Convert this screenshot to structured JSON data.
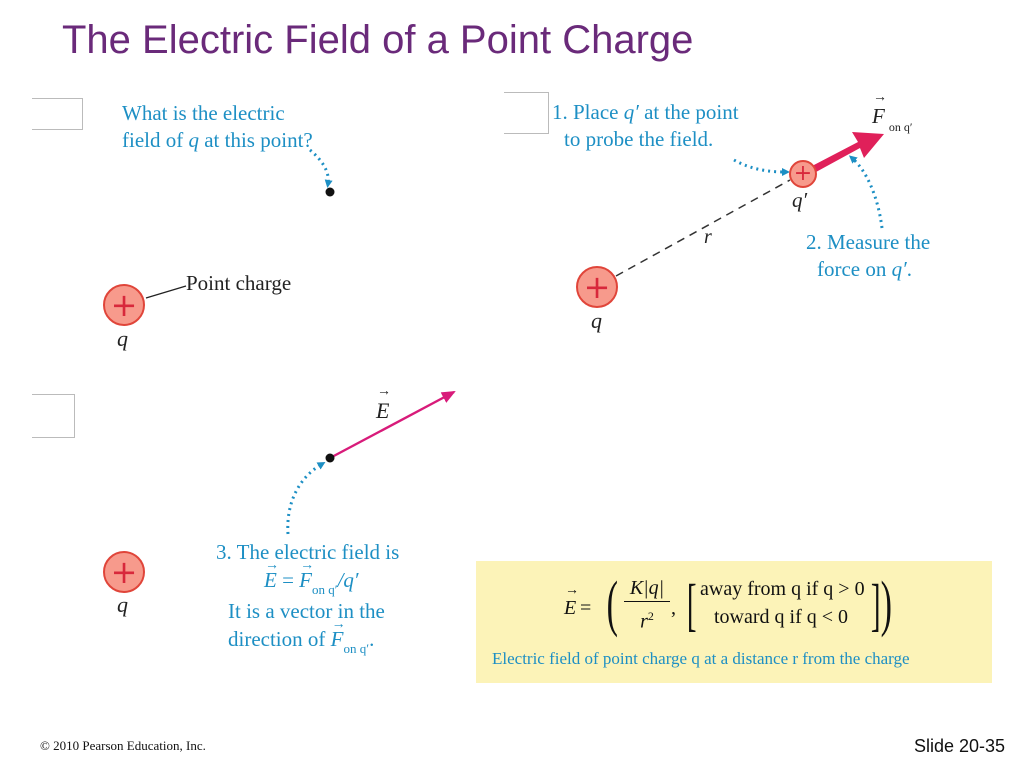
{
  "slide": {
    "title": "The Electric Field of a Point Charge",
    "copyright": "© 2010 Pearson Education, Inc.",
    "slide_number": "Slide 20-35"
  },
  "panel_a": {
    "question_line1": "What is the electric",
    "question_line2_pre": "field of ",
    "question_q": "q",
    "question_line2_post": " at this point?",
    "point_charge_label": "Point charge",
    "charge_symbol": "+",
    "charge_name": "q"
  },
  "panel_b": {
    "step1_line1_pre": "1. Place ",
    "step1_qprime": "q′",
    "step1_line1_post": " at the point",
    "step1_line2": "to probe the field.",
    "force_symbol": "F",
    "force_subscript": "on q′",
    "qprime_label": "q′",
    "distance_label": "r",
    "step2_line1": "2. Measure the",
    "step2_line2_pre": "force on ",
    "step2_qprime": "q′",
    "step2_line2_post": ".",
    "charge_symbol": "+",
    "charge_name": "q"
  },
  "panel_c": {
    "field_symbol": "E",
    "step3_line1": "3. The electric field is",
    "step3_eq_E": "E",
    "step3_eq_eq": " = ",
    "step3_eq_F": "F",
    "step3_eq_sub": "on q′",
    "step3_eq_div": "/q′",
    "step3_line3": "It is a vector in the",
    "step3_line4_pre": "direction of ",
    "step3_line4_F": "F",
    "step3_line4_sub": "on q′",
    "step3_line4_post": ".",
    "charge_symbol": "+",
    "charge_name": "q"
  },
  "formula": {
    "lhs": "E",
    "equals": " = ",
    "numerator": "K|q|",
    "denominator": "r",
    "denominator_exp": "2",
    "comma": ",",
    "case1": "away from q if q > 0",
    "case2": "toward q if q < 0",
    "caption": "Electric field of point charge q at a distance r from the charge"
  },
  "colors": {
    "title": "#6a2a7a",
    "note_blue": "#1d8fc4",
    "force_arrow": "#e0205a",
    "field_arrow": "#d81b7a",
    "charge_fill": "#f79a8c",
    "formula_bg": "#fcf3b8"
  }
}
